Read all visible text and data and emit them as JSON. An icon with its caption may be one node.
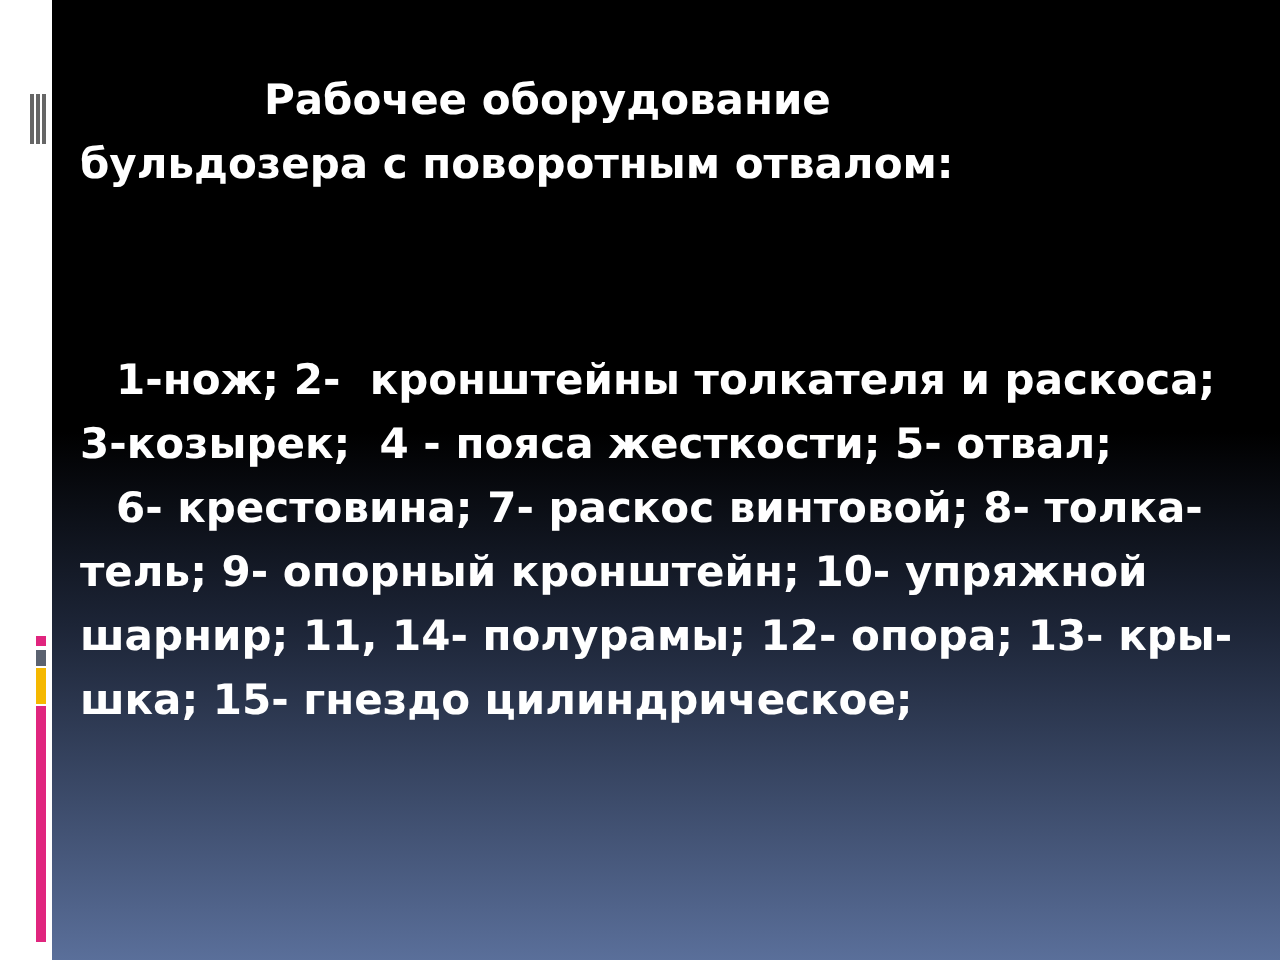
{
  "diagram": {
    "title": "Рабочее оборудование бульдозера с поворотным отвалом:",
    "labels": [
      "1-нож; 2-  кронштейны толкателя и раскоса;  3-козырек;  4 - пояса жесткости; 5- отвал;",
      "6- крестовина; 7- раскос винтовой; 8- толка-тель; 9- опорный кронштейн; 10- упряжной шарнир; 11, 14- полурамы; 12- опора; 13- кры-шка; 15- гнездо цилиндрическое;"
    ]
  }
}
